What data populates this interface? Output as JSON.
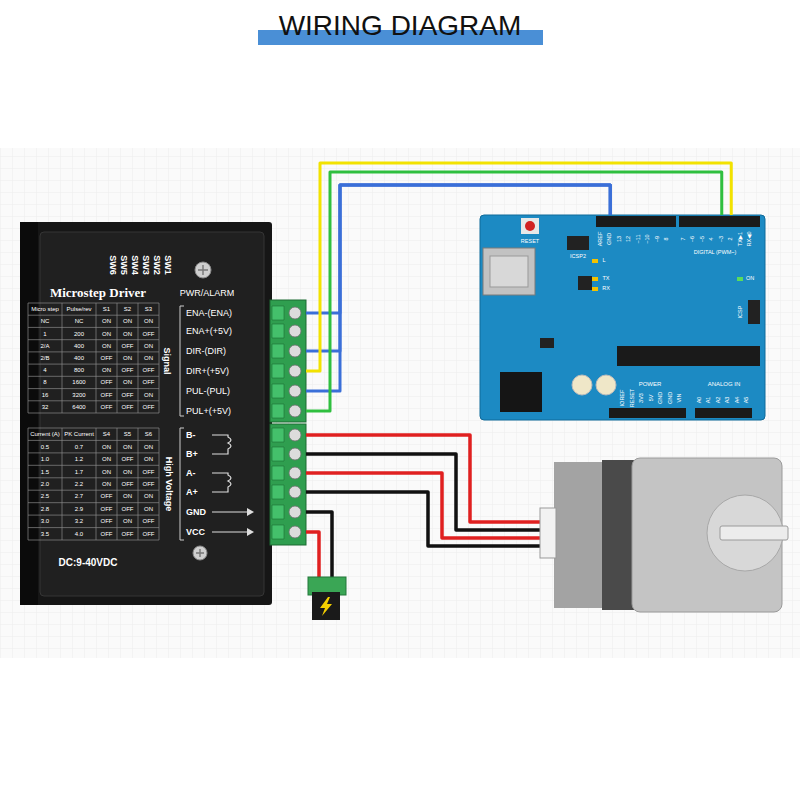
{
  "diagram": {
    "title": "WIRING DIAGRAM",
    "nodes": [
      {
        "text": [
          "Microstep Driver",
          "PWR/ALARM",
          "DC:9-40VDC"
        ]
      },
      {
        "text": [
          "RESET",
          "DIGITAL (PWM~)",
          "POWER",
          "ANALOG IN"
        ]
      }
    ],
    "edges": [
      {
        "from": 0,
        "to": 1,
        "arrow": "none"
      },
      {
        "from": 0,
        "to": 1,
        "arrow": "none"
      },
      {
        "from": 0,
        "to": 1,
        "arrow": "none"
      },
      {
        "from": 0,
        "to": 1,
        "arrow": "none"
      },
      {
        "from": 0,
        "to": 1,
        "arrow": "none"
      }
    ],
    "labels": [
      "SW6",
      "SW5",
      "SW4",
      "SW3",
      "SW2",
      "SW1",
      "Micro step",
      "Pulse/rev",
      "S1",
      "S2",
      "S3",
      "NC",
      "NC",
      "ON",
      "ON",
      "ON",
      "1",
      "200",
      "ON",
      "ON",
      "OFF",
      "2/A",
      "400",
      "ON",
      "OFF",
      "ON",
      "2/B",
      "400",
      "OFF",
      "ON",
      "ON",
      "4",
      "800",
      "ON",
      "OFF",
      "OFF",
      "8",
      "1600",
      "OFF",
      "ON",
      "OFF",
      "16",
      "3200",
      "OFF",
      "OFF",
      "ON",
      "32",
      "6400",
      "OFF",
      "OFF",
      "OFF",
      "Current (A)",
      "PK Current",
      "S4",
      "S5",
      "S6",
      "0.5",
      "0.7",
      "ON",
      "ON",
      "ON",
      "1.0",
      "1.2",
      "ON",
      "OFF",
      "ON",
      "1.5",
      "1.7",
      "ON",
      "ON",
      "OFF",
      "2.0",
      "2.2",
      "ON",
      "OFF",
      "OFF",
      "2.5",
      "2.7",
      "OFF",
      "ON",
      "ON",
      "2.8",
      "2.9",
      "OFF",
      "OFF",
      "ON",
      "3.0",
      "3.2",
      "OFF",
      "ON",
      "OFF",
      "3.5",
      "4.0",
      "OFF",
      "OFF",
      "OFF",
      "Signal",
      "High Voltage",
      "ENA-(ENA)",
      "ENA+(+5V)",
      "DIR-(DIR)",
      "DIR+(+5V)",
      "PUL-(PUL)",
      "PUL+(+5V)",
      "B-",
      "B+",
      "A-",
      "A+",
      "GND",
      "VCC",
      "ICSP2",
      "AREF",
      "GND",
      "13",
      "12",
      "~11",
      "~10",
      "~9",
      "8",
      "7",
      "~6",
      "~5",
      "4",
      "~3",
      "2",
      "TX▶1",
      "RX◀0",
      "L",
      "TX",
      "RX",
      "ON",
      "ICSP",
      "IOREF",
      "RESET",
      "3V3",
      "5V",
      "GND",
      "GND",
      "VIN",
      "A0",
      "A1",
      "A2",
      "A3",
      "A4",
      "A5"
    ]
  }
}
